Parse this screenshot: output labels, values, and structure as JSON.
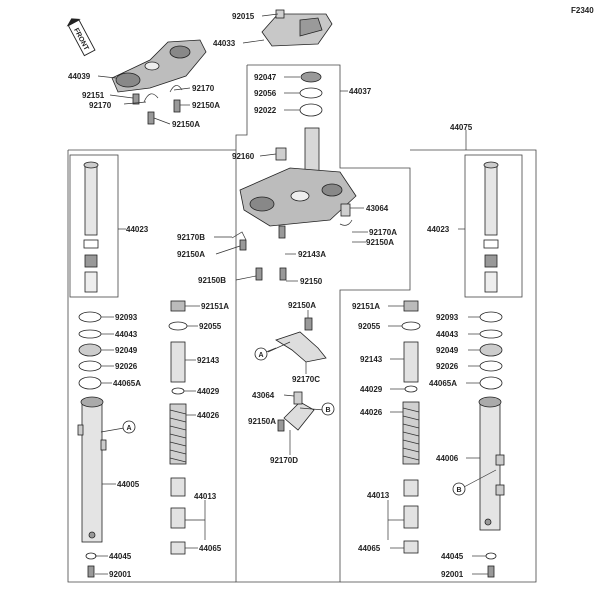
{
  "figure_code": "F2340",
  "front_tag": "FRONT",
  "callout_a": "A",
  "callout_b": "B",
  "labels": {
    "p92015": "92015",
    "p44033": "44033",
    "p44039": "44039",
    "p92151_top": "92151",
    "p92170_top": "92170",
    "p92170_top2": "92170",
    "p92150A_top": "92150A",
    "p92150A_top2": "92150A",
    "p92047": "92047",
    "p92056": "92056",
    "p92022": "92022",
    "p44037": "44037",
    "p44075": "44075",
    "p92160": "92160",
    "p43064_top": "43064",
    "p92170A": "92170A",
    "p92150A_mid": "92150A",
    "p92143A": "92143A",
    "p92170B": "92170B",
    "p92150A_left": "92150A",
    "p92150B": "92150B",
    "p92150": "92150",
    "p44023_l": "44023",
    "p44023_r": "44023",
    "p92151A_l": "92151A",
    "p92055_l": "92055",
    "p92150A_c": "92150A",
    "p92151A_r": "92151A",
    "p92055_r": "92055",
    "p92093_l": "92093",
    "p44043_l": "44043",
    "p92049_l": "92049",
    "p92026_l": "92026",
    "p44065A_l": "44065A",
    "p92093_r": "92093",
    "p44043_r": "44043",
    "p92049_r": "92049",
    "p92026_r": "92026",
    "p44065A_r": "44065A",
    "p92143_l": "92143",
    "p92143_r": "92143",
    "p92170C": "92170C",
    "p44029_l": "44029",
    "p44029_r": "44029",
    "p43064_c": "43064",
    "p44026_l": "44026",
    "p44026_r": "44026",
    "p92150A_c2": "92150A",
    "p92170D": "92170D",
    "p44005": "44005",
    "p44006": "44006",
    "p44013_l": "44013",
    "p44013_r": "44013",
    "p44065_l": "44065",
    "p44065_r": "44065",
    "p44045_l": "44045",
    "p44045_r": "44045",
    "p92001_l": "92001",
    "p92001_r": "92001"
  }
}
